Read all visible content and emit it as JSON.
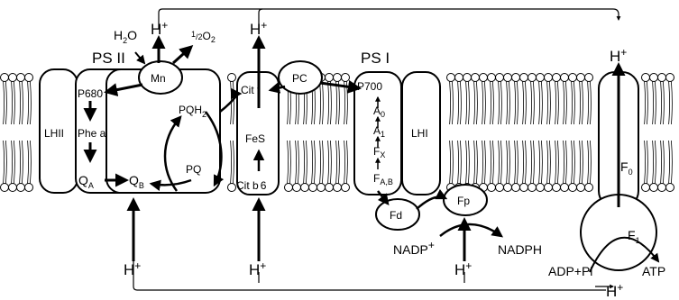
{
  "membrane": {
    "pump_top_left": "H",
    "pump_top_mid": "H",
    "pump_top_right": "H",
    "pump_bottom_right": "H",
    "h2o": "H",
    "h2o_sub": "2",
    "h2o_o": "O",
    "half_o2_num": "1",
    "half_o2_den": "2",
    "half_o2_o": "O",
    "half_o2_sub": "2",
    "plus": "+"
  },
  "ps2": {
    "title": "PS II",
    "mn": "Mn",
    "p680": "P680",
    "phea": "Phe a",
    "qa": "Q",
    "qa_sub": "A",
    "qb": "Q",
    "qb_sub": "B",
    "lhii": "LHII",
    "pqh2": "PQH",
    "pqh2_sub": "2",
    "pq": "PQ"
  },
  "cyt": {
    "cytf": "Cit f",
    "fes": "FeS",
    "cytb6": "Cit b",
    "cytb6_sub": "6",
    "pc": "PC"
  },
  "ps1": {
    "title": "PS I",
    "p700": "P700",
    "a0": "A",
    "a0_sub": "0",
    "a1": "A",
    "a1_sub": "1",
    "fx": "F",
    "fx_sub": "X",
    "fab": "F",
    "fab_sub": "A,B",
    "lhi": "LHI",
    "fd": "Fd",
    "fp": "Fp",
    "nadp": "NADP",
    "nadph": "NADPH"
  },
  "atpase": {
    "f0": "F",
    "f0_sub": "0",
    "f1": "F",
    "f1_sub": "1",
    "adp": "ADP+Pi",
    "atp": "ATP"
  },
  "stroma": {
    "h1": "H",
    "h2": "H",
    "h3": "H"
  }
}
